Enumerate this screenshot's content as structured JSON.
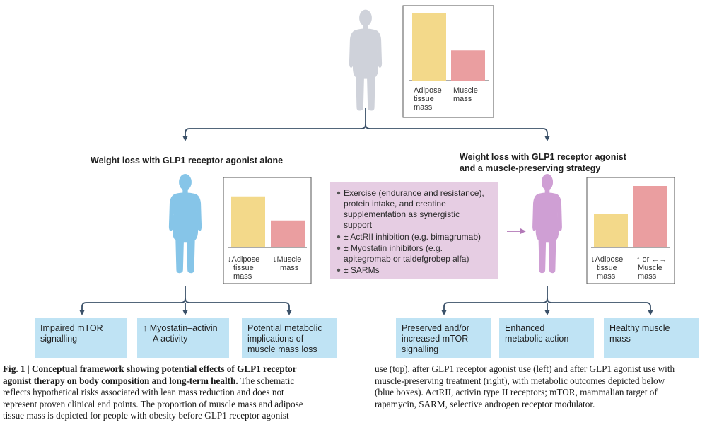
{
  "top_chart": {
    "bars": [
      {
        "label_lines": [
          "Adipose",
          "tissue",
          "mass"
        ],
        "value": 1.0,
        "color": "#f3d98a"
      },
      {
        "label_lines": [
          "Muscle",
          "mass"
        ],
        "value": 0.45,
        "color": "#ea9ea0"
      }
    ]
  },
  "left_panel": {
    "title": "Weight loss with GLP1 receptor agonist alone",
    "chart": {
      "bars": [
        {
          "label_lines": [
            "↓Adipose",
            "tissue",
            "mass"
          ],
          "value": 0.85,
          "color": "#f3d98a"
        },
        {
          "label_lines": [
            "↓Muscle",
            "mass"
          ],
          "value": 0.45,
          "color": "#ea9ea0"
        }
      ]
    },
    "outcomes": [
      {
        "lines": [
          "Impaired mTOR",
          "signalling"
        ]
      },
      {
        "lines": [
          "↑ Myostatin–activin",
          "A activity"
        ]
      },
      {
        "lines": [
          "Potential metabolic",
          "implications of",
          "muscle mass loss"
        ]
      }
    ]
  },
  "right_panel": {
    "title_lines": [
      "Weight loss with GLP1 receptor agonist",
      "and a muscle-preserving strategy"
    ],
    "strategies": [
      {
        "lines": [
          "Exercise (endurance and resistance),",
          "protein intake, and creatine",
          "supplementation as synergistic",
          "support"
        ]
      },
      {
        "lines": [
          "± ActRII inhibition (e.g. bimagrumab)"
        ]
      },
      {
        "lines": [
          "± Myostatin inhibitors (e.g.",
          "apitegromab or taldefgrobep alfa)"
        ]
      },
      {
        "lines": [
          "± SARMs"
        ]
      }
    ],
    "chart": {
      "bars": [
        {
          "label_lines": [
            "↓Adipose",
            "tissue",
            "mass"
          ],
          "value": 0.55,
          "color": "#f3d98a"
        },
        {
          "label_lines": [
            "↑ or ←→",
            "Muscle",
            "mass"
          ],
          "value": 1.0,
          "color": "#ea9ea0"
        }
      ]
    },
    "outcomes": [
      {
        "lines": [
          "Preserved and/or",
          "increased mTOR",
          "signalling"
        ]
      },
      {
        "lines": [
          "Enhanced",
          "metabolic action"
        ]
      },
      {
        "lines": [
          "Healthy muscle",
          "mass"
        ]
      }
    ]
  },
  "caption": {
    "fig_label": "Fig. 1 | Conceptual framework showing potential effects of GLP1 receptor",
    "left_lines": [
      "agonist therapy on body composition and long-term health.",
      "reflects hypothetical risks associated with lean mass reduction and does not",
      "represent proven clinical end points. The proportion of muscle mass and adipose",
      "tissue mass is depicted for people with obesity before GLP1 receptor agonist"
    ],
    "left_line1_tail": " The schematic",
    "right_lines": [
      "use (top), after GLP1 receptor agonist use (left) and after GLP1 agonist use with",
      "muscle-preserving treatment (right), with metabolic outcomes depicted below",
      "(blue boxes). ActRII, activin type II receptors; mTOR, mammalian target of",
      "rapamycin, SARM, selective androgen receptor modulator."
    ]
  },
  "colors": {
    "arrow": "#3a5068",
    "outcome_box": "#bfe3f4",
    "strategy_box": "#e6cde3",
    "figure_top": "#cfd2da",
    "figure_left": "#86c5e8",
    "figure_right": "#cf9fd4",
    "purple_arrow": "#b278b7"
  }
}
